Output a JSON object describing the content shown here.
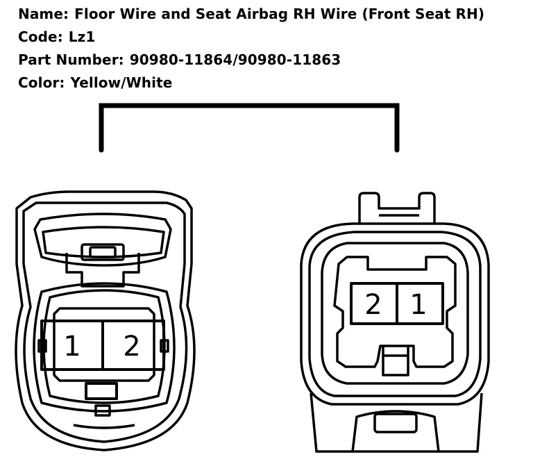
{
  "header": {
    "name_label": "Name:",
    "name_value": "Floor Wire and Seat Airbag RH Wire (Front Seat RH)",
    "code_label": "Code:",
    "code_value": "Lz1",
    "part_label": "Part Number:",
    "part_value": "90980-11864/90980-11863",
    "color_label": "Color:",
    "color_value": "Yellow/White"
  },
  "left_connector": {
    "pins": [
      "1",
      "2"
    ]
  },
  "right_connector": {
    "pins": [
      "2",
      "1"
    ]
  }
}
